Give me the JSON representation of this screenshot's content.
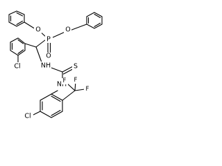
{
  "molecule": {
    "atoms": {
      "o_left": "O",
      "o_right": "O",
      "phosphorus": "P",
      "oxo": "O",
      "cl_top": "Cl",
      "nh_top": "NH",
      "sulfur": "S",
      "nh_bottom": "NH",
      "cl_bottom": "Cl",
      "cf3": "CF3",
      "f1": "F",
      "f2": "F",
      "f3": "F"
    }
  }
}
